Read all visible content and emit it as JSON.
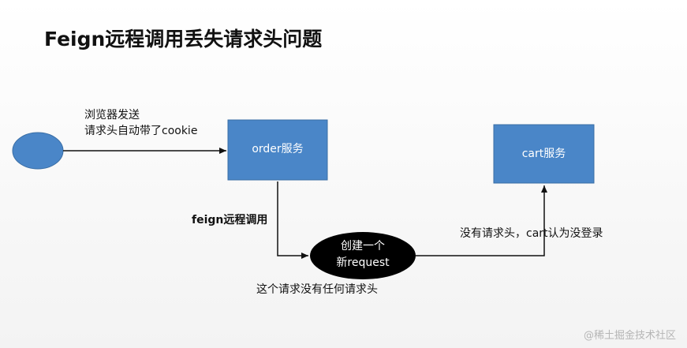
{
  "title": "Feign远程调用丢失请求头问题",
  "nodes": {
    "order": "order服务",
    "cart": "cart服务",
    "new_request_line1": "创建一个",
    "new_request_line2": "新request"
  },
  "labels": {
    "browser_line1": "浏览器发送",
    "browser_line2": "请求头自动带了cookie",
    "feign_call": "feign远程调用",
    "no_headers": "这个请求没有任何请求头",
    "no_header_login": "没有请求头，cart认为没登录"
  },
  "watermark": "@稀土掘金技术社区",
  "colors": {
    "box_fill": "#4a86c8",
    "box_stroke": "#3a6ea5",
    "ellipse_fill": "#000000",
    "arrow": "#111111"
  }
}
